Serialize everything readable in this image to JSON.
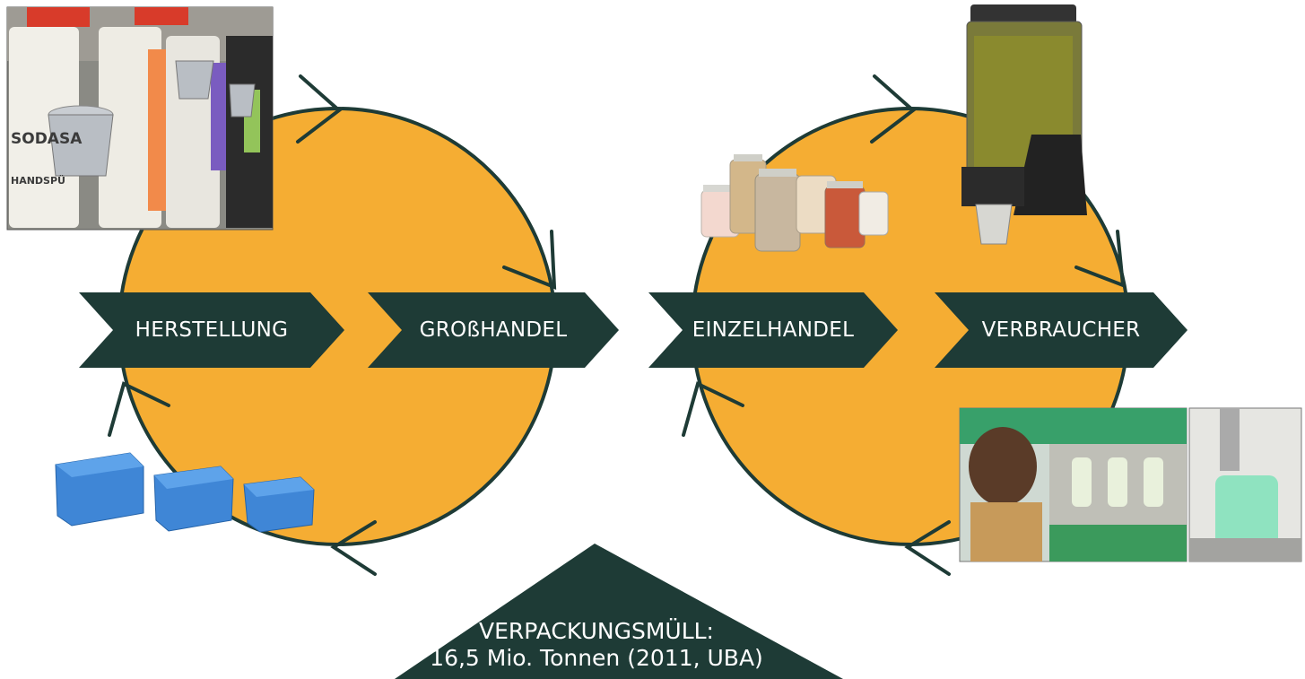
{
  "colors": {
    "circle_fill": "#F5AD33",
    "circle_stroke": "#1E3B36",
    "chevron": "#1E3B36",
    "text": "#FFFFFF"
  },
  "stages": [
    {
      "id": "herstellung",
      "label": "HERSTELLUNG"
    },
    {
      "id": "grosshandel",
      "label": "GROßHANDEL"
    },
    {
      "id": "einzelhandel",
      "label": "EINZELHANDEL"
    },
    {
      "id": "verbraucher",
      "label": "VERBRAUCHER"
    }
  ],
  "waste": {
    "line1": "VERPACKUNGSMÜLL:",
    "line2": "16,5 Mio. Tonnen (2011, UBA)"
  },
  "photos": [
    {
      "id": "refill-canisters",
      "caption_text": "SODASAN",
      "sub_text": "HANDSPÜL MITTEL"
    },
    {
      "id": "reusable-crates"
    },
    {
      "id": "glass-jars"
    },
    {
      "id": "bulk-dispenser"
    },
    {
      "id": "refill-station"
    }
  ]
}
